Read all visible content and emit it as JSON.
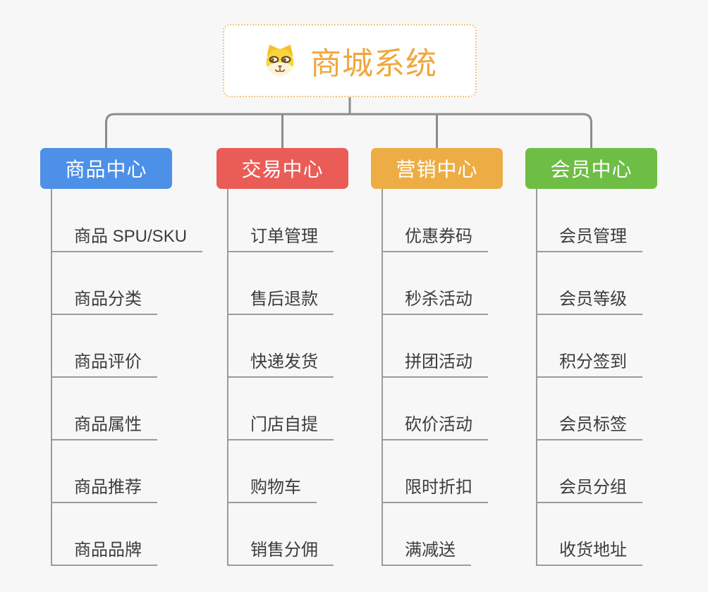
{
  "root": {
    "title": "商城系统",
    "icon": "dog-face-icon"
  },
  "branches": [
    {
      "label": "商品中心",
      "color": "#4C90E8",
      "items": [
        "商品 SPU/SKU",
        "商品分类",
        "商品评价",
        "商品属性",
        "商品推荐",
        "商品品牌"
      ]
    },
    {
      "label": "交易中心",
      "color": "#E95D56",
      "items": [
        "订单管理",
        "售后退款",
        "快递发货",
        "门店自提",
        "购物车",
        "销售分佣"
      ]
    },
    {
      "label": "营销中心",
      "color": "#EDAD44",
      "items": [
        "优惠券码",
        "秒杀活动",
        "拼团活动",
        "砍价活动",
        "限时折扣",
        "满减送"
      ]
    },
    {
      "label": "会员中心",
      "color": "#6EBE45",
      "items": [
        "会员管理",
        "会员等级",
        "积分签到",
        "会员标签",
        "会员分组",
        "收货地址"
      ]
    }
  ],
  "colors": {
    "background": "#F7F7F7",
    "connector": "#8C8C8C",
    "underline": "#9B9B9B",
    "item_text": "#3C3C3C",
    "header_text": "#FFFFFF",
    "root_title": "#F0A73E",
    "root_border": "#F0C584"
  }
}
